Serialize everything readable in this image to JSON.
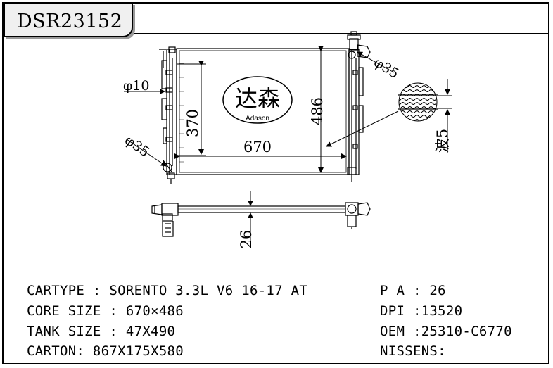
{
  "header": {
    "model_code": "DSR23152"
  },
  "drawing": {
    "dim_diameter_10": "φ10",
    "dim_diameter_35_top": "φ35",
    "dim_diameter_35_bottom": "φ35",
    "dim_height_370": "370",
    "dim_width_670": "670",
    "dim_height_486": "486",
    "dim_fin_wave": "波5",
    "dim_thickness_26": "26",
    "logo_chinese": "达森",
    "logo_english": "Adason"
  },
  "specs": {
    "cartype": "CARTYPE : SORENTO 3.3L V6 16-17 AT",
    "core_size": "CORE SIZE : 670×486",
    "tank_size": "TANK SIZE : 47X490",
    "carton": "CARTON: 867X175X580",
    "pa": "P A : 26",
    "dpi": "DPI :13520",
    "oem": "OEM :25310-C6770",
    "nissens": "NISSENS:"
  }
}
